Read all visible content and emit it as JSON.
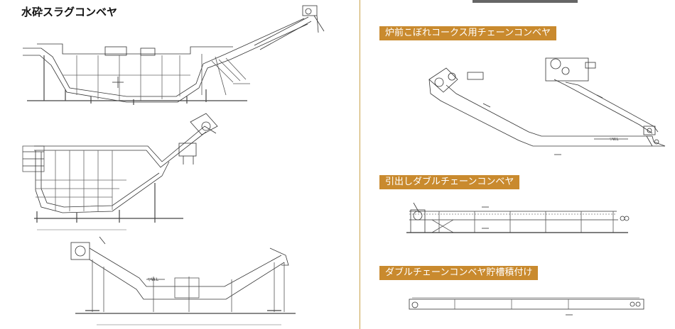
{
  "left_title": "水砕スラグコンベヤ",
  "sections": [
    {
      "label": "炉前こぼれコークス用チェーンコンベヤ"
    },
    {
      "label": "引出しダブルチェーンコンベヤ"
    },
    {
      "label": "ダブルチェーンコンベヤ貯槽積付け"
    }
  ],
  "accent_color": "#c98a2e"
}
